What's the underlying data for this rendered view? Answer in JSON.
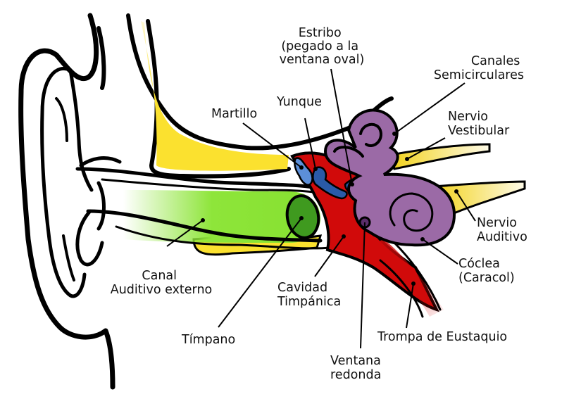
{
  "title": "Anatomía del oído",
  "colors": {
    "bone": "#fbe12f",
    "canal": "#8ee53a",
    "eardrum": "#3f9a1f",
    "tympanic_cavity": "#d10a0a",
    "hammer": "#5c8fd8",
    "anvil_stirrup": "#2a5aa8",
    "inner_ear": "#9b6aa6",
    "nerve": "#f2d21a",
    "eustachian": "#e03c3c",
    "round_window": "#5a2d6a"
  },
  "labels": {
    "estribo": [
      "Estribo",
      "(pegado a la",
      "ventana oval)"
    ],
    "canales": [
      "Canales",
      "Semicirculares"
    ],
    "martillo": [
      "Martillo"
    ],
    "yunque": [
      "Yunque"
    ],
    "nervio_vestibular": [
      "Nervio",
      "Vestibular"
    ],
    "nervio_auditivo": [
      "Nervio",
      "Auditivo"
    ],
    "coclea": [
      "Cóclea",
      "(Caracol)"
    ],
    "canal_auditivo": [
      "Canal",
      "Auditivo externo"
    ],
    "cavidad": [
      "Cavidad",
      "Timpánica"
    ],
    "timpano": [
      "Tímpano"
    ],
    "trompa": [
      "Trompa de Eustaquio"
    ],
    "ventana_redonda": [
      "Ventana",
      "redonda"
    ]
  }
}
